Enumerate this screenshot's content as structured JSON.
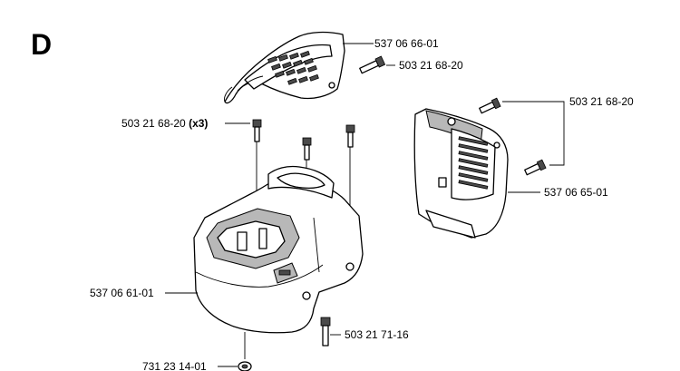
{
  "section_letter": "D",
  "labels": {
    "cover_top": "537 06 66-01",
    "screw_top": "503 21 68-20",
    "screws_x3_part": "503 21 68-20",
    "screws_x3_qty": "(x3)",
    "screw_right": "503 21 68-20",
    "cover_right": "537 06 65-01",
    "housing": "537 06 61-01",
    "screw_bottom": "503 21 71-16",
    "nut_bottom": "731 23 14-01"
  }
}
